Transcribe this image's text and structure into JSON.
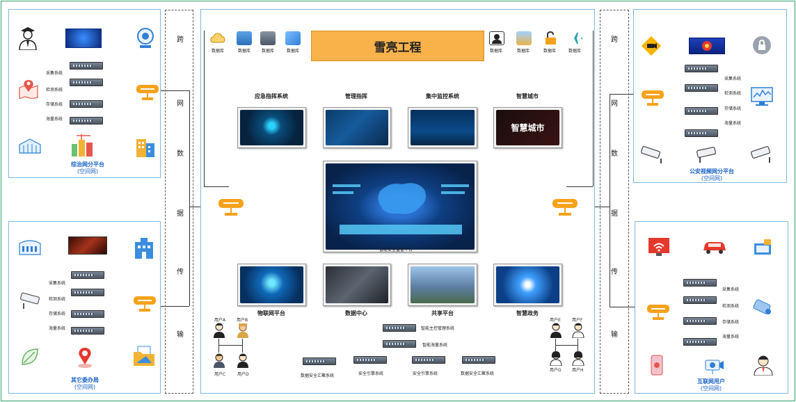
{
  "banner": {
    "title": "雪亮工程"
  },
  "center": {
    "top_labels": [
      "应急指挥系统",
      "管理指挥",
      "集中监控系统",
      "智慧城市"
    ],
    "bottom_labels": [
      "物联网平台",
      "数据中心",
      "共享平台",
      "智慧政务"
    ],
    "main_screen_caption": "智能安全监管平台",
    "smart_city_text": "智慧城市",
    "db_left": [
      "数据库",
      "数据库",
      "数据库",
      "数据库"
    ],
    "db_right": [
      "数据库",
      "数据库",
      "数据库",
      "数据库"
    ],
    "users_left": [
      "用户A",
      "用户B",
      "用户C",
      "用户D"
    ],
    "users_right": [
      "用户E",
      "用户F",
      "用户G",
      "用户H"
    ],
    "servers": {
      "s1": "智能主控管理系统",
      "s2": "智能海量系统",
      "b1": "数据安全汇聚系统",
      "b2": "安全引擎系统",
      "b3": "安全引擎系统",
      "b4": "数据安全汇聚系统"
    }
  },
  "net_left": {
    "chars": [
      "跨",
      "网",
      "数",
      "据",
      "传",
      "输"
    ]
  },
  "net_right": {
    "chars": [
      "跨",
      "网",
      "数",
      "据",
      "传",
      "输"
    ]
  },
  "panel_tl": {
    "systems": [
      "采集系统",
      "检测系统",
      "存储系统",
      "海量系统"
    ],
    "title_line1": "综治网分平台",
    "title_line2": "(空间网)"
  },
  "panel_bl": {
    "systems": [
      "采集系统",
      "检测系统",
      "存储系统",
      "海量系统"
    ],
    "title_line1": "其它委办局",
    "title_line2": "(空间网)"
  },
  "panel_tr": {
    "systems": [
      "采集系统",
      "检测系统",
      "存储系统",
      "海量系统"
    ],
    "title_line1": "公安视频网分平台",
    "title_line2": "(空间网)"
  },
  "panel_br": {
    "systems": [
      "采集系统",
      "检测系统",
      "存储系统",
      "海量系统"
    ],
    "title_line1": "互联网用户",
    "title_line2": "(空间网)"
  },
  "colors": {
    "accent_orange": "#f9b14a",
    "router_orange": "#f7a21b",
    "panel_border": "#7db7e6",
    "title_blue": "#1a63c4"
  }
}
